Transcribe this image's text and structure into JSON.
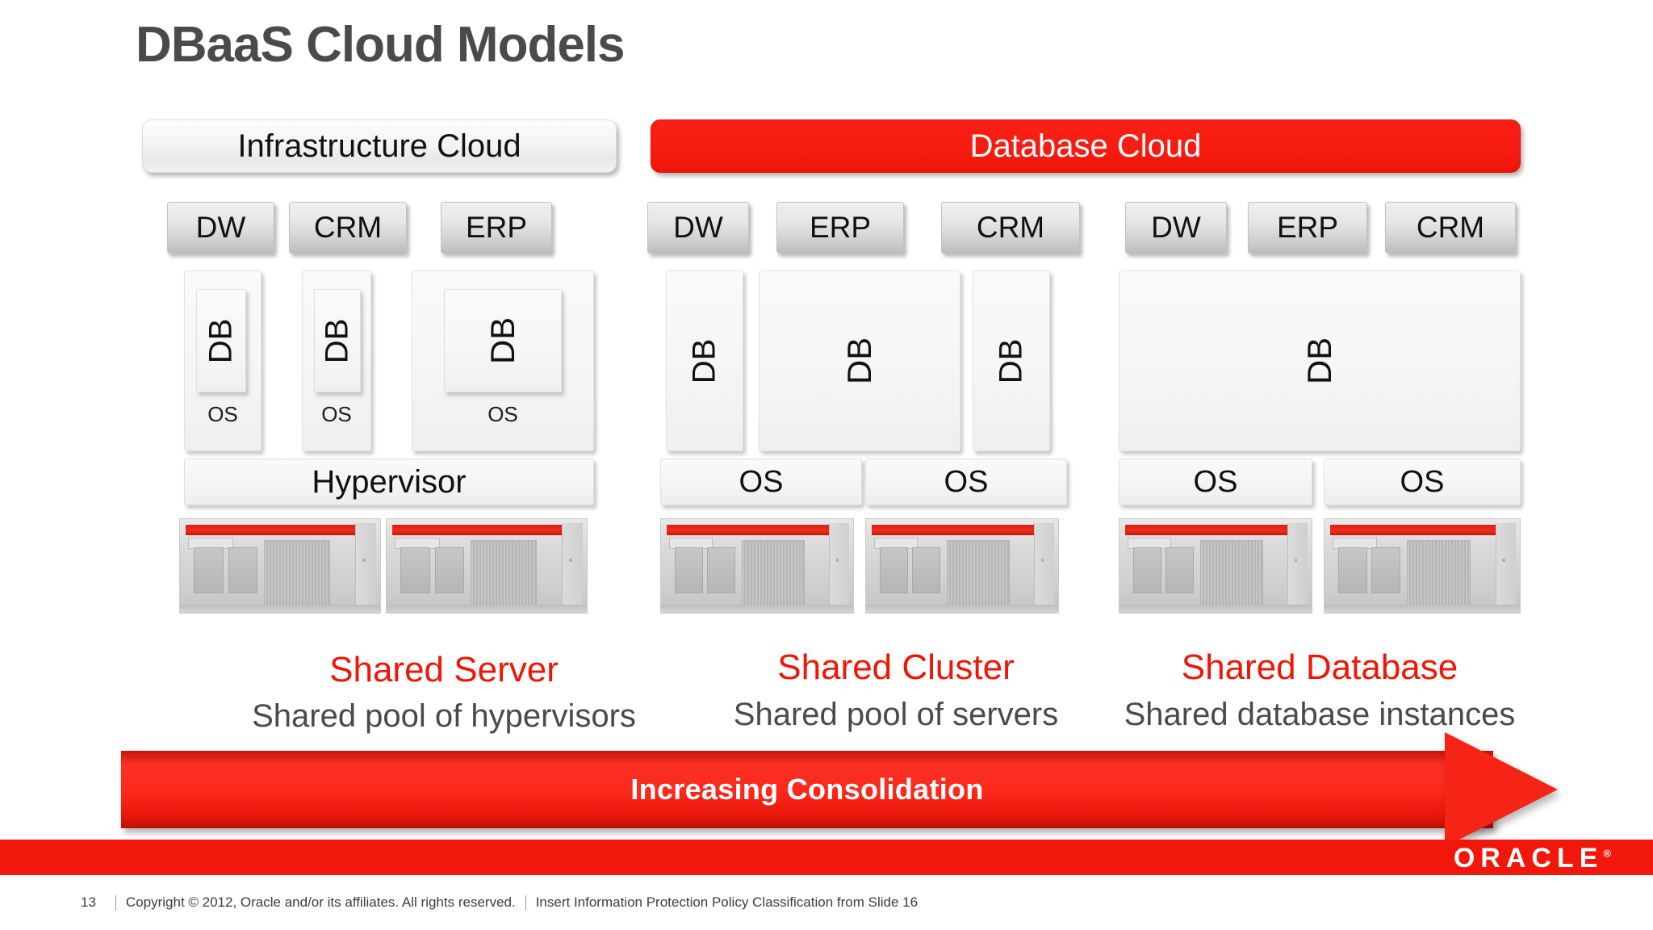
{
  "slide": {
    "title": "DBaaS Cloud Models"
  },
  "clouds": [
    {
      "label": "Infrastructure Cloud",
      "style": "grey"
    },
    {
      "label": "Database Cloud",
      "style": "red"
    }
  ],
  "columns": [
    {
      "id": "shared-server",
      "apps": [
        "DW",
        "CRM",
        "ERP"
      ],
      "db_label": "DB",
      "os_label": "OS",
      "platform_label": "Hypervisor",
      "caption_title": "Shared Server",
      "caption_sub": "Shared pool of hypervisors"
    },
    {
      "id": "shared-cluster",
      "apps": [
        "DW",
        "ERP",
        "CRM"
      ],
      "db_label": "DB",
      "os_label": "OS",
      "caption_title": "Shared Cluster",
      "caption_sub": "Shared pool of servers"
    },
    {
      "id": "shared-database",
      "apps": [
        "DW",
        "ERP",
        "CRM"
      ],
      "db_label": "DB",
      "os_label": "OS",
      "caption_title": "Shared Database",
      "caption_sub": "Shared database instances"
    }
  ],
  "arrow": {
    "label": "Increasing Consolidation"
  },
  "footer": {
    "page_number": "13",
    "copyright": "Copyright © 2012, Oracle and/or its affiliates. All rights reserved.",
    "classification": "Insert Information Protection Policy Classification from Slide 16",
    "logo": "ORACLE",
    "logo_mark": "®"
  },
  "colors": {
    "oracle_red": "#f1170a",
    "title_grey": "#4a4a4a",
    "caption_red": "#ef1606"
  }
}
